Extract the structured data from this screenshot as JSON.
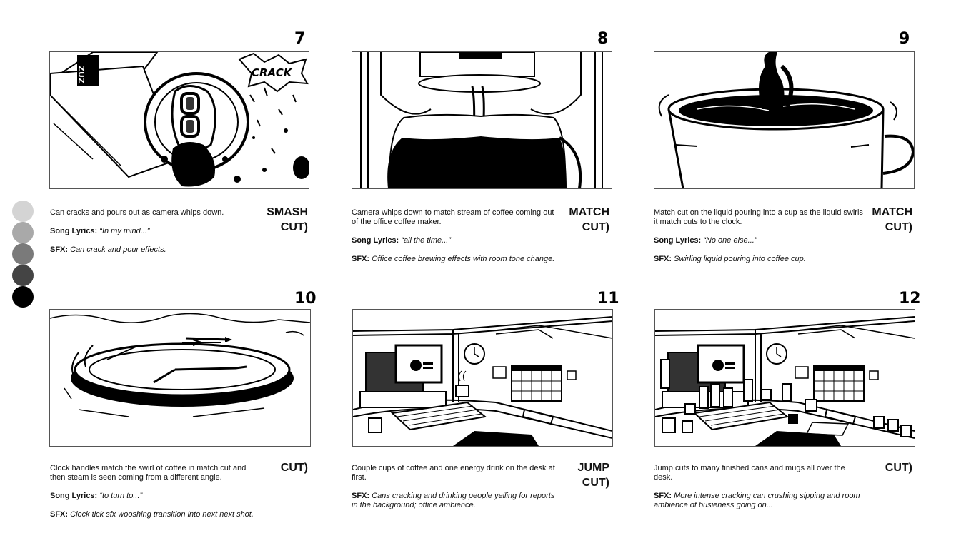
{
  "swatches": [
    "#d4d4d4",
    "#a9a9a9",
    "#7a7a7a",
    "#444444",
    "#000000"
  ],
  "panels": [
    {
      "number": "7",
      "description": "Can cracks and pours out as camera whips down.",
      "lyrics_label": "Song Lyrics:",
      "lyrics": "“In my mind...”",
      "sfx_label": "SFX:",
      "sfx": "Can crack and pour effects.",
      "transition_line1": "SMASH",
      "transition_line2": "CUT)",
      "art_text": "CRACK",
      "can_brand": "ZUZ"
    },
    {
      "number": "8",
      "description": "Camera whips down to match stream of coffee coming out of the office coffee maker.",
      "lyrics_label": "Song Lyrics:",
      "lyrics": "“all the time...”",
      "sfx_label": "SFX:",
      "sfx": "Office coffee brewing effects with room tone change.",
      "transition_line1": "MATCH",
      "transition_line2": "CUT)"
    },
    {
      "number": "9",
      "description": "Match cut on the liquid pouring into a cup as the liquid swirls it match cuts to the clock.",
      "lyrics_label": "Song Lyrics:",
      "lyrics": "“No one else...”",
      "sfx_label": "SFX:",
      "sfx": "Swirling liquid pouring into coffee cup.",
      "transition_line1": "MATCH",
      "transition_line2": "CUT)"
    },
    {
      "number": "10",
      "description": "Clock handles match the swirl of coffee in match cut and then steam is seen coming from a different angle.",
      "lyrics_label": "Song Lyrics:",
      "lyrics": "“to turn to...”",
      "sfx_label": "SFX:",
      "sfx": "Clock tick sfx wooshing transition into next next shot.",
      "transition_line1": "",
      "transition_line2": "CUT)"
    },
    {
      "number": "11",
      "description": "Couple cups of coffee and one energy drink on the desk at first.",
      "sfx_label": "SFX:",
      "sfx": "Cans cracking and drinking people yelling for reports in the background; office ambience.",
      "transition_line1": "JUMP",
      "transition_line2": "CUT)"
    },
    {
      "number": "12",
      "description": "Jump cuts to many finished cans and mugs all over the desk.",
      "sfx_label": "SFX:",
      "sfx": "More intense cracking can crushing sipping and room ambience of busieness going on...",
      "transition_line1": "",
      "transition_line2": "CUT)"
    }
  ]
}
